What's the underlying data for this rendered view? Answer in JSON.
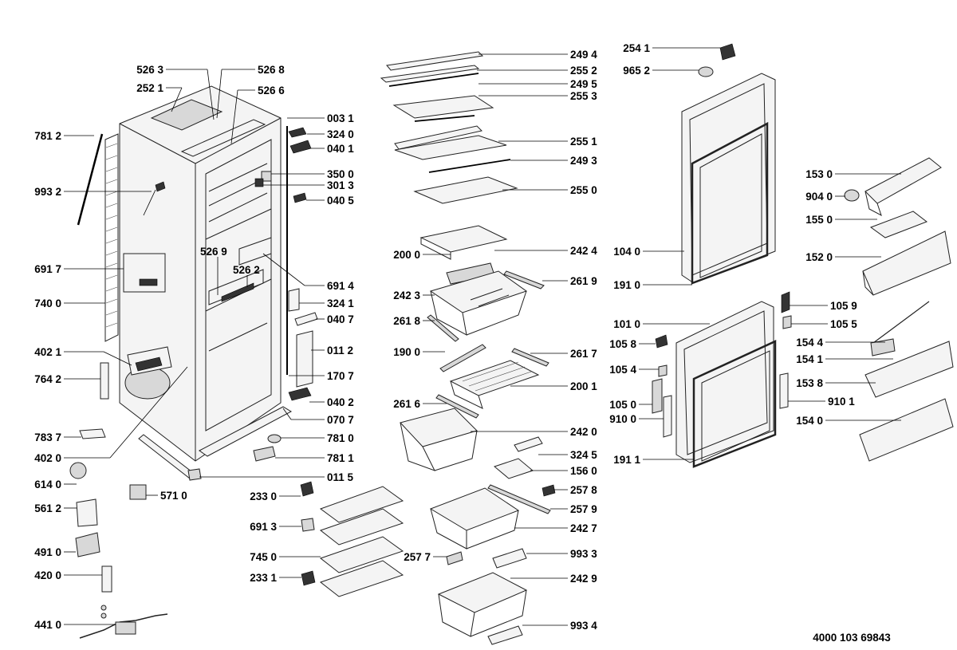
{
  "document_number": "4000 103 69843",
  "labels": {
    "l5263": "526 3",
    "l5268": "526 8",
    "l2521": "252 1",
    "l5266": "526 6",
    "l0031": "003 1",
    "l3240": "324 0",
    "l0401": "040 1",
    "l7812": "781 2",
    "l3500": "350 0",
    "l3013": "301 3",
    "l9932": "993 2",
    "l0405": "040 5",
    "l5269": "526 9",
    "l5262": "526 2",
    "l6917": "691 7",
    "l6914": "691 4",
    "l3241": "324 1",
    "l7400": "740 0",
    "l0407": "040 7",
    "l4021": "402 1",
    "l0112": "011 2",
    "l7642": "764 2",
    "l1707": "170 7",
    "l0402": "040 2",
    "l0707": "070 7",
    "l7837": "783 7",
    "l7810": "781 0",
    "l4020": "402 0",
    "l7811": "781 1",
    "l6140": "614 0",
    "l0115": "011 5",
    "l5710": "571 0",
    "l5612": "561 2",
    "l4910": "491 0",
    "l4200": "420 0",
    "l4410": "441 0",
    "l2494": "249 4",
    "l2552": "255 2",
    "l2495": "249 5",
    "l2553": "255 3",
    "l2551": "255 1",
    "l2493": "249 3",
    "l2550": "255 0",
    "l2000": "200 0",
    "l2424": "242 4",
    "l2423": "242 3",
    "l2619": "261 9",
    "l2618": "261 8",
    "l1900": "190 0",
    "l2617": "261 7",
    "l2001": "200 1",
    "l2616": "261 6",
    "l2420": "242 0",
    "l3245": "324 5",
    "l1560": "156 0",
    "l2330": "233 0",
    "l2578": "257 8",
    "l2579": "257 9",
    "l6913": "691 3",
    "l2427": "242 7",
    "l7450": "745 0",
    "l2577": "257 7",
    "l9933": "993 3",
    "l2331": "233 1",
    "l2429": "242 9",
    "l9934": "993 4",
    "l2541": "254 1",
    "l9652": "965 2",
    "l1530": "153 0",
    "l9040": "904 0",
    "l1550": "155 0",
    "l1040": "104 0",
    "l1520": "152 0",
    "l1910": "191 0",
    "l1059": "105 9",
    "l1010": "101 0",
    "l1055": "105 5",
    "l1058": "105 8",
    "l1544": "154 4",
    "l1541": "154 1",
    "l1054": "105 4",
    "l1538": "153 8",
    "l1050": "105 0",
    "l9101": "910 1",
    "l9100": "910 0",
    "l1540": "154 0",
    "l1911": "191 1"
  }
}
